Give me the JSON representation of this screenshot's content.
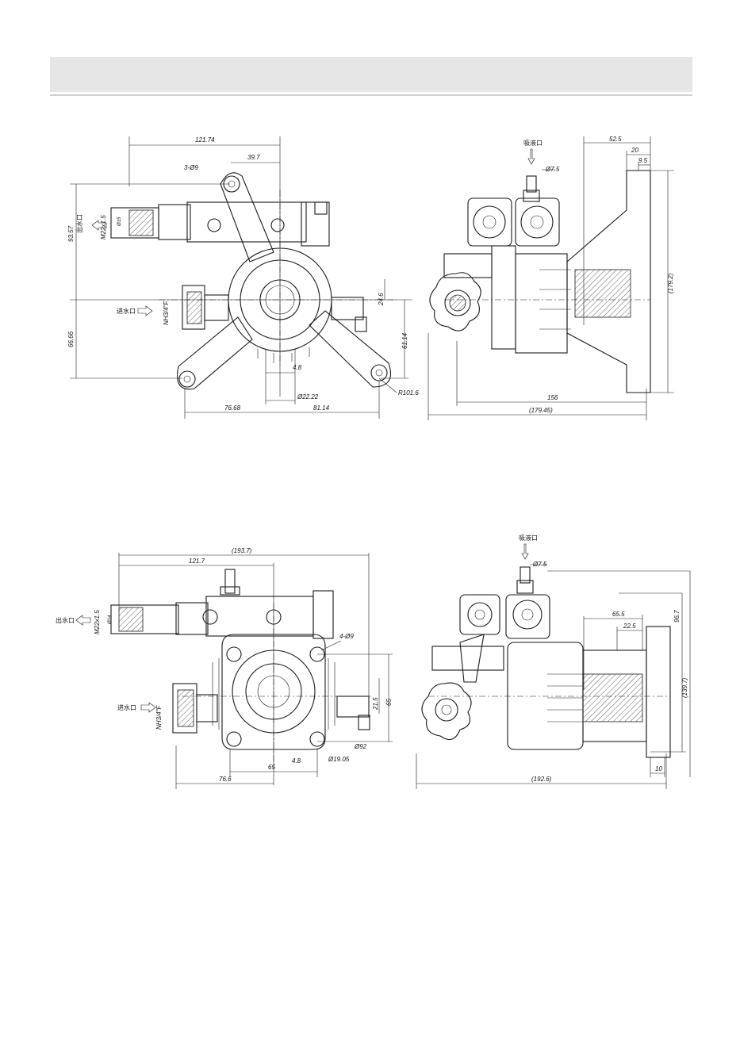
{
  "views": {
    "top_left": {
      "dims": [
        "121.74",
        "39.7",
        "3-Ø9",
        "93.57",
        "66.66",
        "M22x1.5",
        "Ø15",
        "NH3/4\"F",
        "24.6",
        "61.14",
        "4.8",
        "Ø22.22",
        "R101.6",
        "76.68",
        "81.14"
      ],
      "labels": {
        "outlet": "出水口",
        "inlet": "进水口"
      }
    },
    "top_right": {
      "dims": [
        "52.5",
        "20",
        "9.5",
        "Ø7.5",
        "(179.2)",
        "156",
        "(179.45)"
      ],
      "labels": {
        "suction": "吸液口"
      }
    },
    "bottom_left": {
      "dims": [
        "(193.7)",
        "121.7",
        "4-Ø9",
        "M22x1.5",
        "Ø14",
        "NH3/4\"F",
        "21.5",
        "65",
        "Ø92",
        "Ø19.05",
        "4.8",
        "65",
        "76.6"
      ],
      "labels": {
        "outlet": "出水口",
        "inlet": "进水口"
      }
    },
    "bottom_right": {
      "dims": [
        "Ø7.5",
        "65.5",
        "22.5",
        "96.7",
        "(139.7)",
        "10",
        "(192.6)"
      ],
      "labels": {
        "suction": "吸液口"
      }
    }
  }
}
